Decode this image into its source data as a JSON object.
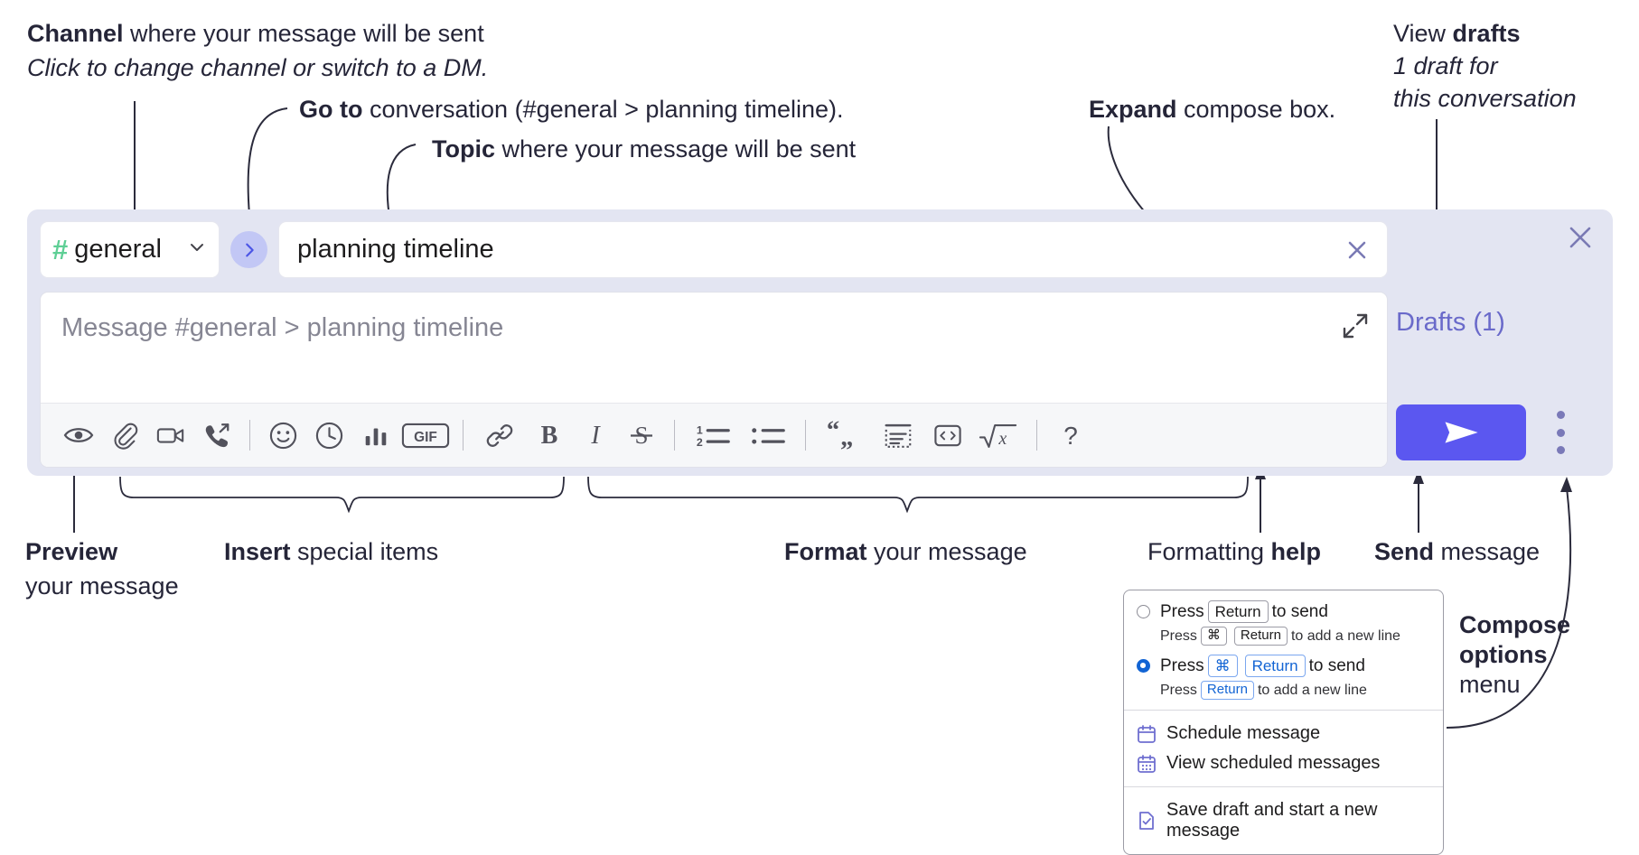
{
  "annotations": {
    "channel": {
      "bold": "Channel",
      "rest": " where your message will be sent",
      "sub": "Click to change channel or switch to a DM."
    },
    "goto": {
      "bold": "Go to",
      "rest": " conversation (#general > planning timeline)."
    },
    "topic": {
      "bold": "Topic",
      "rest": " where your message will be sent"
    },
    "expand": {
      "bold": "Expand",
      "rest": " compose box."
    },
    "drafts": {
      "plain": "View ",
      "bold": "drafts",
      "sub1": "1 draft for",
      "sub2": "this conversation"
    },
    "preview": {
      "bold": "Preview",
      "sub": "your message"
    },
    "insert": {
      "bold": "Insert",
      "rest": " special items"
    },
    "format": {
      "bold": "Format",
      "rest": " your message"
    },
    "help": {
      "plain": "Formatting ",
      "bold": "help"
    },
    "send": {
      "bold": "Send",
      "rest": " message"
    },
    "compose_options": {
      "bold1": "Compose",
      "bold2": "options",
      "rest": "menu"
    }
  },
  "compose": {
    "channel_name": "general",
    "channel_hash": "#",
    "channel_chevron_icon": "chevron-down-icon",
    "goto_icon": "chevron-right-icon",
    "topic_value": "planning timeline",
    "topic_clear_icon": "close-icon",
    "message_placeholder": "Message #general > planning timeline",
    "expand_icon": "expand-diagonal-icon",
    "close_icon": "close-icon",
    "drafts_label": "Drafts (1)",
    "send_icon": "send-paper-plane-icon",
    "kebab_icon": "more-vertical-icon",
    "accent_send_bg": "#5b57f0",
    "panel_bg": "#e3e5f2",
    "hash_color": "#5ecf95",
    "drafts_color": "#6a6aca",
    "toolbar": [
      {
        "name": "preview-icon",
        "group": "preview"
      },
      {
        "name": "attachment-icon",
        "group": "insert"
      },
      {
        "name": "video-camera-icon",
        "group": "insert"
      },
      {
        "name": "huddle-phone-icon",
        "group": "insert"
      },
      {
        "name": "separator",
        "group": "sep"
      },
      {
        "name": "emoji-icon",
        "group": "insert"
      },
      {
        "name": "clock-icon",
        "group": "insert"
      },
      {
        "name": "poll-bars-icon",
        "group": "insert"
      },
      {
        "name": "gif-icon",
        "group": "insert",
        "label": "GIF"
      },
      {
        "name": "separator",
        "group": "sep"
      },
      {
        "name": "link-icon",
        "group": "format"
      },
      {
        "name": "bold-icon",
        "group": "format",
        "label": "B"
      },
      {
        "name": "italic-icon",
        "group": "format",
        "label": "I"
      },
      {
        "name": "strikethrough-icon",
        "group": "format",
        "label": "S"
      },
      {
        "name": "separator",
        "group": "sep"
      },
      {
        "name": "ordered-list-icon",
        "group": "format"
      },
      {
        "name": "bulleted-list-icon",
        "group": "format"
      },
      {
        "name": "separator",
        "group": "sep"
      },
      {
        "name": "blockquote-icon",
        "group": "format"
      },
      {
        "name": "code-block-icon",
        "group": "format"
      },
      {
        "name": "inline-code-icon",
        "group": "format"
      },
      {
        "name": "math-formula-icon",
        "group": "format"
      },
      {
        "name": "separator",
        "group": "sep"
      },
      {
        "name": "formatting-help-icon",
        "group": "help",
        "label": "?"
      }
    ]
  },
  "popup": {
    "option1": {
      "pre": "Press",
      "key": "Return",
      "post": "to send",
      "selected": false,
      "hint_pre": "Press",
      "hint_key1": "⌘",
      "hint_key2": "Return",
      "hint_post": "to add a new line"
    },
    "option2": {
      "pre": "Press",
      "key1": "⌘",
      "key2": "Return",
      "post": "to send",
      "selected": true,
      "hint_pre": "Press",
      "hint_key": "Return",
      "hint_post": "to add a new line"
    },
    "menu": [
      {
        "label": "Schedule message",
        "icon": "calendar-icon"
      },
      {
        "label": "View scheduled messages",
        "icon": "calendar-grid-icon"
      },
      {
        "label": "Save draft and start a new message",
        "icon": "document-check-icon"
      }
    ]
  }
}
